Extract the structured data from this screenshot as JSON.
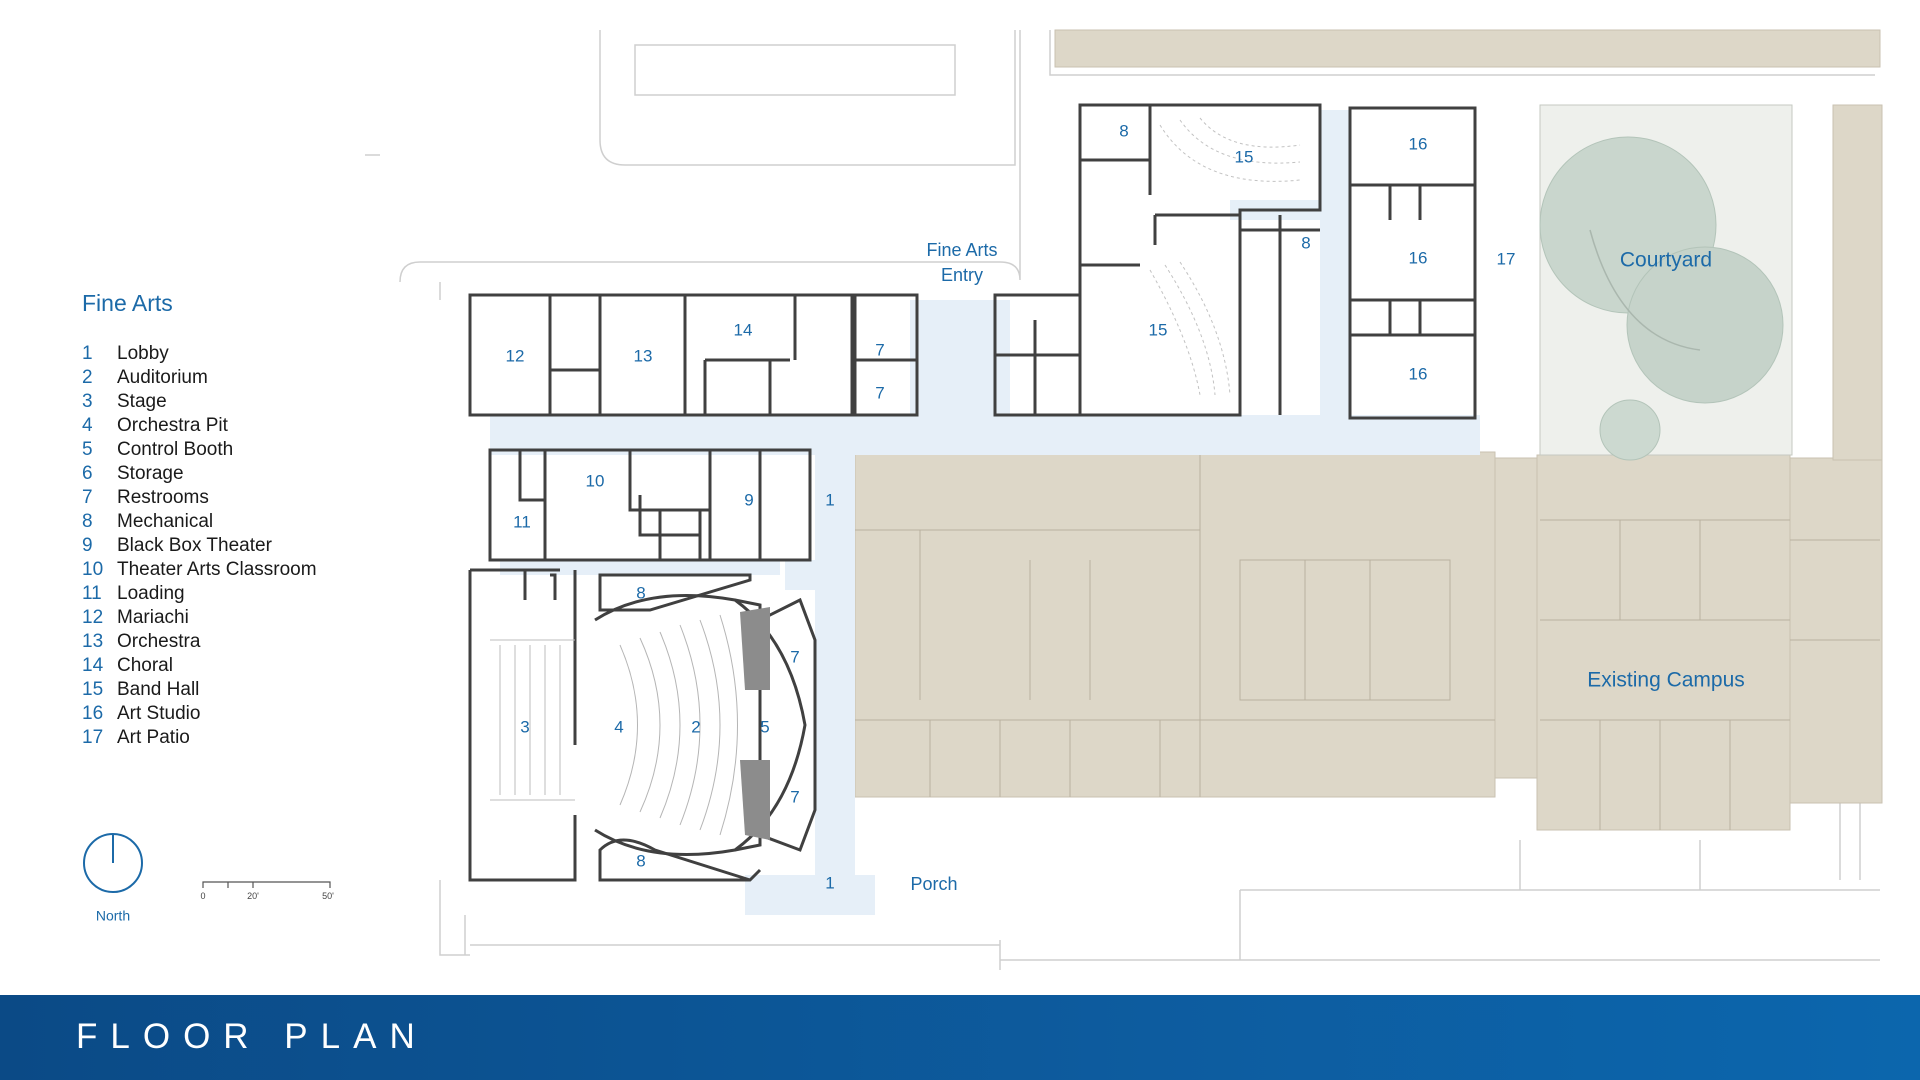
{
  "legend": {
    "title": "Fine Arts",
    "items": [
      {
        "num": "1",
        "label": "Lobby"
      },
      {
        "num": "2",
        "label": "Auditorium"
      },
      {
        "num": "3",
        "label": "Stage"
      },
      {
        "num": "4",
        "label": "Orchestra Pit"
      },
      {
        "num": "5",
        "label": "Control Booth"
      },
      {
        "num": "6",
        "label": "Storage"
      },
      {
        "num": "7",
        "label": "Restrooms"
      },
      {
        "num": "8",
        "label": "Mechanical"
      },
      {
        "num": "9",
        "label": "Black Box Theater"
      },
      {
        "num": "10",
        "label": "Theater Arts Classroom"
      },
      {
        "num": "11",
        "label": "Loading"
      },
      {
        "num": "12",
        "label": "Mariachi"
      },
      {
        "num": "13",
        "label": "Orchestra"
      },
      {
        "num": "14",
        "label": "Choral"
      },
      {
        "num": "15",
        "label": "Band Hall"
      },
      {
        "num": "16",
        "label": "Art Studio"
      },
      {
        "num": "17",
        "label": "Art Patio"
      }
    ]
  },
  "north": {
    "label": "North"
  },
  "scale": {
    "ticks": [
      "0",
      "20'",
      "50'"
    ]
  },
  "labels": {
    "fine_arts_entry_1": "Fine Arts",
    "fine_arts_entry_2": "Entry",
    "courtyard": "Courtyard",
    "existing_campus": "Existing Campus",
    "porch": "Porch"
  },
  "room_numbers": [
    "12",
    "13",
    "14",
    "7",
    "7",
    "8",
    "15",
    "8",
    "15",
    "16",
    "16",
    "17",
    "16",
    "10",
    "9",
    "1",
    "11",
    "8",
    "7",
    "3",
    "4",
    "2",
    "5",
    "7",
    "8",
    "1"
  ],
  "footer": {
    "title": "FLOOR PLAN"
  },
  "colors": {
    "accent": "#1c6aa8",
    "existing": "#ddd7c8",
    "circulation": "#e6eff8",
    "footer": "#0d5c9f"
  }
}
